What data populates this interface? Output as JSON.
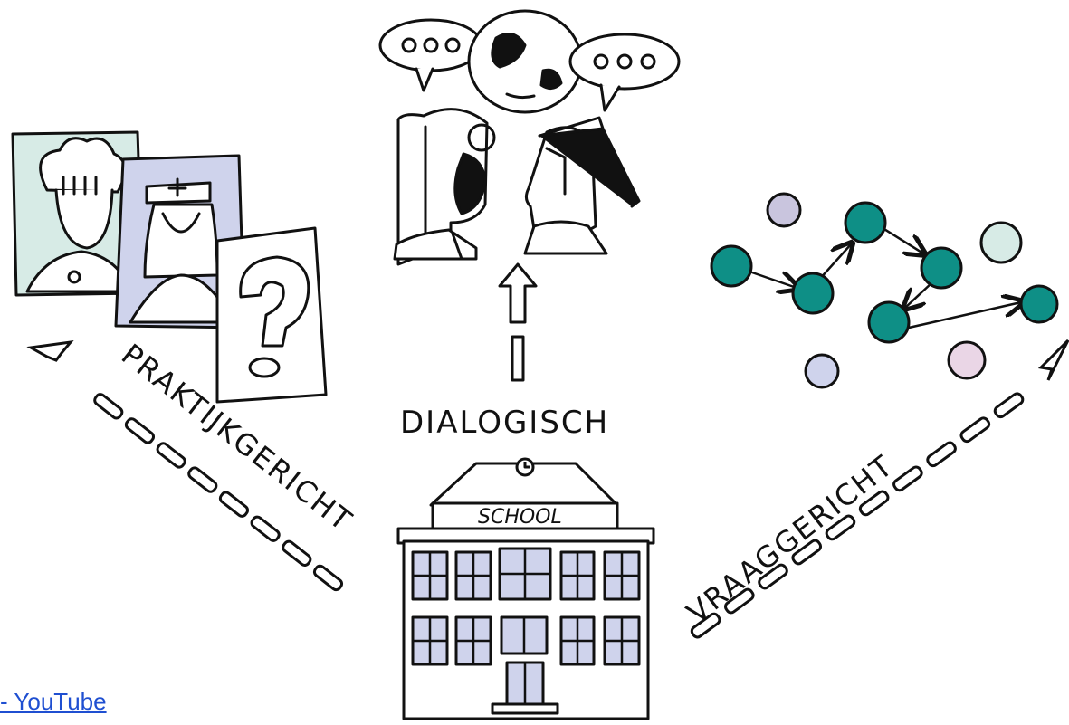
{
  "labels": {
    "dialogisch": "DIALOGISCH",
    "praktijkgericht": "PRAKTIJKGERICHT",
    "vraaggericht": "VRAAGGERICHT",
    "school": "SCHOOL"
  },
  "link": {
    "text": "- YouTube"
  },
  "colors": {
    "teal": "#0e8f86",
    "light_teal": "#d7ebe6",
    "lavender": "#cfd3ec",
    "purple_node": "#c9c5de",
    "pink_node": "#ead6e6",
    "ink": "#111111",
    "link": "#1f4fd1"
  }
}
